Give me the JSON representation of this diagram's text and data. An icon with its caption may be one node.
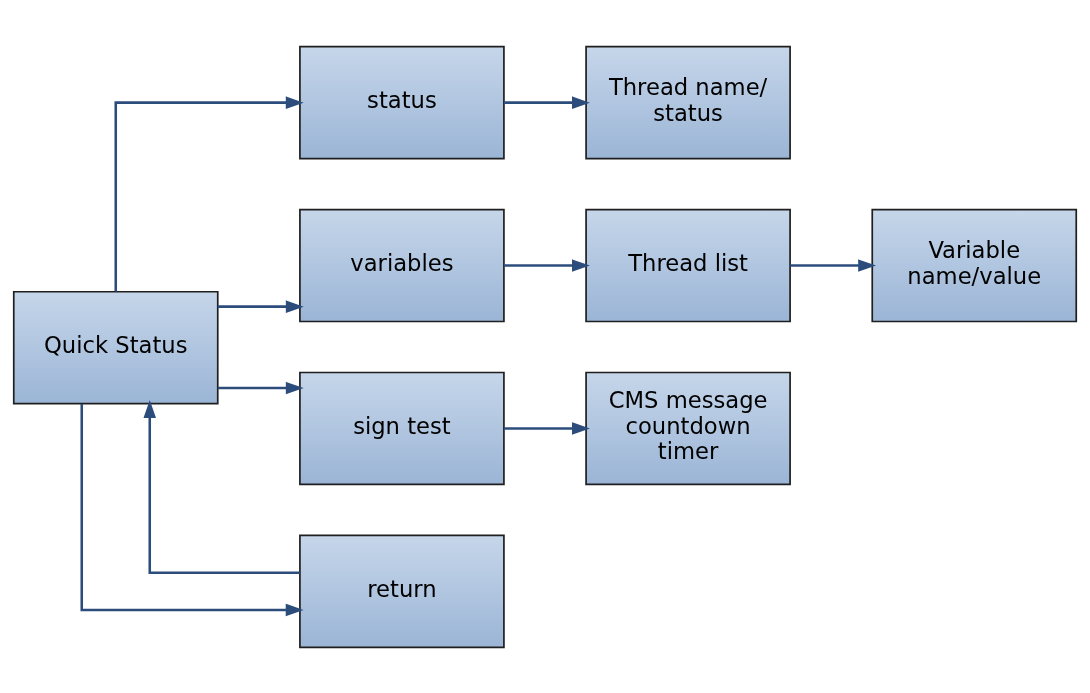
{
  "diagram": {
    "nodes": [
      {
        "text": [
          "Quick Status"
        ]
      },
      {
        "text": [
          "status"
        ]
      },
      {
        "text": [
          "Thread name/ status"
        ]
      },
      {
        "text": [
          "variables"
        ]
      },
      {
        "text": [
          "Thread list"
        ]
      },
      {
        "text": [
          "Variable name/value"
        ]
      },
      {
        "text": [
          "sign test"
        ]
      },
      {
        "text": [
          "CMS message countdown timer"
        ]
      },
      {
        "text": [
          "return"
        ]
      }
    ],
    "edges": [
      {
        "from": 0,
        "to": 1,
        "arrow": "to"
      },
      {
        "from": 1,
        "to": 2,
        "arrow": "to"
      },
      {
        "from": 0,
        "to": 3,
        "arrow": "to"
      },
      {
        "from": 3,
        "to": 4,
        "arrow": "to"
      },
      {
        "from": 4,
        "to": 5,
        "arrow": "to"
      },
      {
        "from": 0,
        "to": 6,
        "arrow": "to"
      },
      {
        "from": 6,
        "to": 7,
        "arrow": "to"
      },
      {
        "from": 0,
        "to": 8,
        "arrow": "to"
      },
      {
        "from": 8,
        "to": 0,
        "arrow": "to"
      }
    ]
  }
}
